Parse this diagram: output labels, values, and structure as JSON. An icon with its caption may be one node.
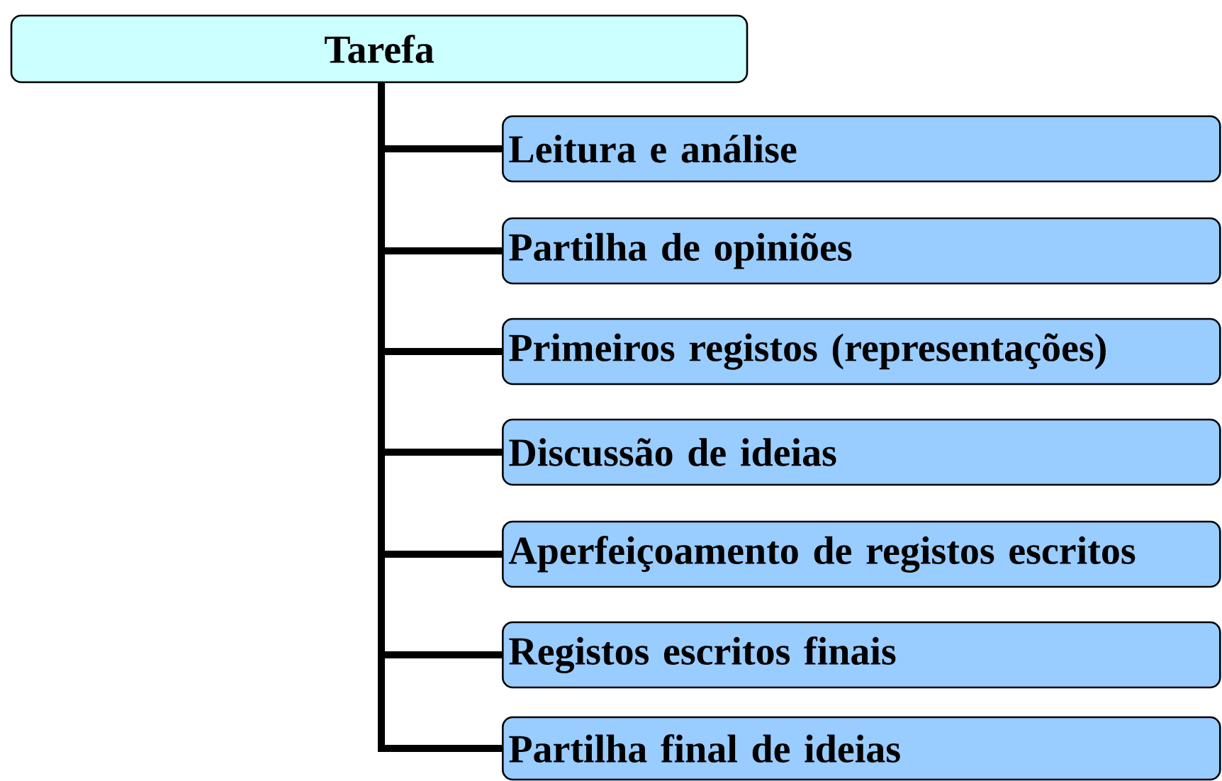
{
  "diagram": {
    "nodes": [
      {
        "text": [
          "Tarefa"
        ]
      },
      {
        "text": [
          "Leitura e análise"
        ]
      },
      {
        "text": [
          "Partilha de opiniões"
        ]
      },
      {
        "text": [
          "Primeiros registos (representações)"
        ]
      },
      {
        "text": [
          "Discussão de ideias"
        ]
      },
      {
        "text": [
          "Aperfeiçoamento de registos escritos"
        ]
      },
      {
        "text": [
          "Registos escritos finais"
        ]
      },
      {
        "text": [
          "Partilha final de ideias"
        ]
      }
    ],
    "edges": [
      {
        "from": 0,
        "to": 1,
        "arrow": "none"
      },
      {
        "from": 0,
        "to": 2,
        "arrow": "none"
      },
      {
        "from": 0,
        "to": 3,
        "arrow": "none"
      },
      {
        "from": 0,
        "to": 4,
        "arrow": "none"
      },
      {
        "from": 0,
        "to": 5,
        "arrow": "none"
      },
      {
        "from": 0,
        "to": 6,
        "arrow": "none"
      },
      {
        "from": 0,
        "to": 7,
        "arrow": "none"
      }
    ]
  }
}
